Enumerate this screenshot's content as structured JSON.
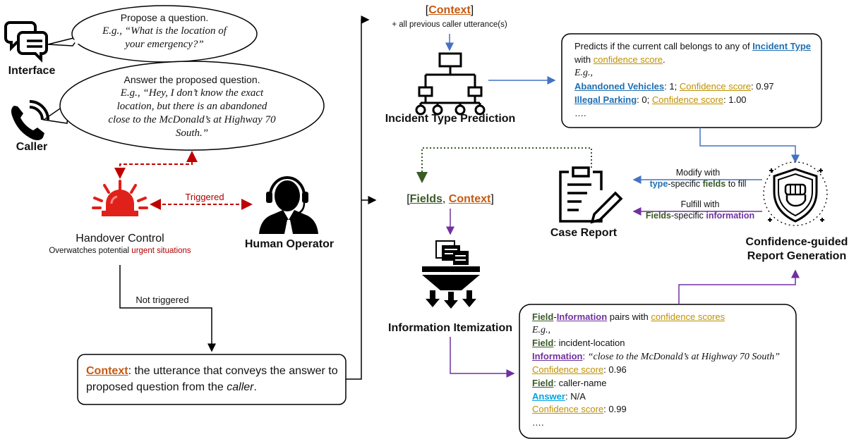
{
  "left": {
    "interface_label": "Interface",
    "caller_label": "Caller",
    "bubble1": {
      "line1": "Propose a question.",
      "example": "E.g., “What is the location of your emergency?”"
    },
    "bubble2": {
      "line1": "Answer the proposed question.",
      "example": "E.g., “Hey, I don’t know the exact location, but there is an abandoned close to the McDonald’s at Highway 70 South.”"
    },
    "handover_title": "Handover Control",
    "handover_sub_prefix": "Overwatches potential ",
    "handover_sub_urgent": "urgent situations",
    "triggered_label": "Triggered",
    "human_operator": "Human Operator",
    "not_triggered": "Not triggered",
    "context_box": {
      "ctx": "Context",
      "text1": ": the utterance that conveys the answer to proposed question from the ",
      "caller": "caller",
      "text2": "."
    }
  },
  "middle": {
    "top_bracket_open": "[",
    "top_ctx": "Context",
    "top_bracket_close": "]",
    "top_sub": "+ all previous caller utterance(s)",
    "incident_pred_label": "Incident Type Prediction",
    "fields_open": "[",
    "fields_word": "Fields",
    "fields_comma": ", ",
    "fields_ctx": "Context",
    "fields_close": "]",
    "info_item_label": "Information Itemization"
  },
  "right": {
    "pred_box": {
      "l1a": "Predicts if the current call belongs to any of ",
      "l1b": "Incident Type",
      "l1c": " with ",
      "l1d": "confidence score",
      "l1e": ".",
      "eg": "E.g.,",
      "r1a": "Abandoned Vehicles",
      "r1b": ": 1; ",
      "r1c": "Confidence score",
      "r1d": ": 0.97",
      "r2a": "Illegal Parking",
      "r2b": ": 0; ",
      "r2c": "Confidence score",
      "r2d": ": 1.00",
      "dots": "…."
    },
    "case_report": "Case Report",
    "modify_l1": "Modify with",
    "modify_type": "type",
    "modify_mid": "-specific ",
    "modify_fields": "fields",
    "modify_end": " to fill",
    "fulfill_l1": "Fulfill with",
    "fulfill_fields": "Fields",
    "fulfill_mid": "-specific ",
    "fulfill_info": "information",
    "conf_guided_1": "Confidence-guided",
    "conf_guided_2": "Report Generation",
    "info_box": {
      "h_field": "Field",
      "h_dash": "-",
      "h_info": "Information",
      "h_mid": " pairs with ",
      "h_conf": "confidence scores",
      "eg": "E.g.,",
      "f1_label": "Field",
      "f1_val": ": incident-location",
      "i1_label": "Information",
      "i1_colon": ": ",
      "i1_val": "“close to the McDonald’s at Highway 70 South”",
      "c1_label": "Confidence score",
      "c1_val": ": 0.96",
      "f2_label": "Field",
      "f2_val": ": caller-name",
      "a2_label": "Answer",
      "a2_val": ": N/A",
      "c2_label": "Confidence score",
      "c2_val": ": 0.99",
      "dots": "…."
    }
  },
  "colors": {
    "context": "#c55a11",
    "fields": "#3a5a26",
    "information": "#7030a0",
    "type": "#1f6fb2",
    "confidence": "#bf9000",
    "blue_arrow": "#4472c4",
    "purple_arrow": "#7030a0",
    "red_dashed": "#c00000"
  }
}
